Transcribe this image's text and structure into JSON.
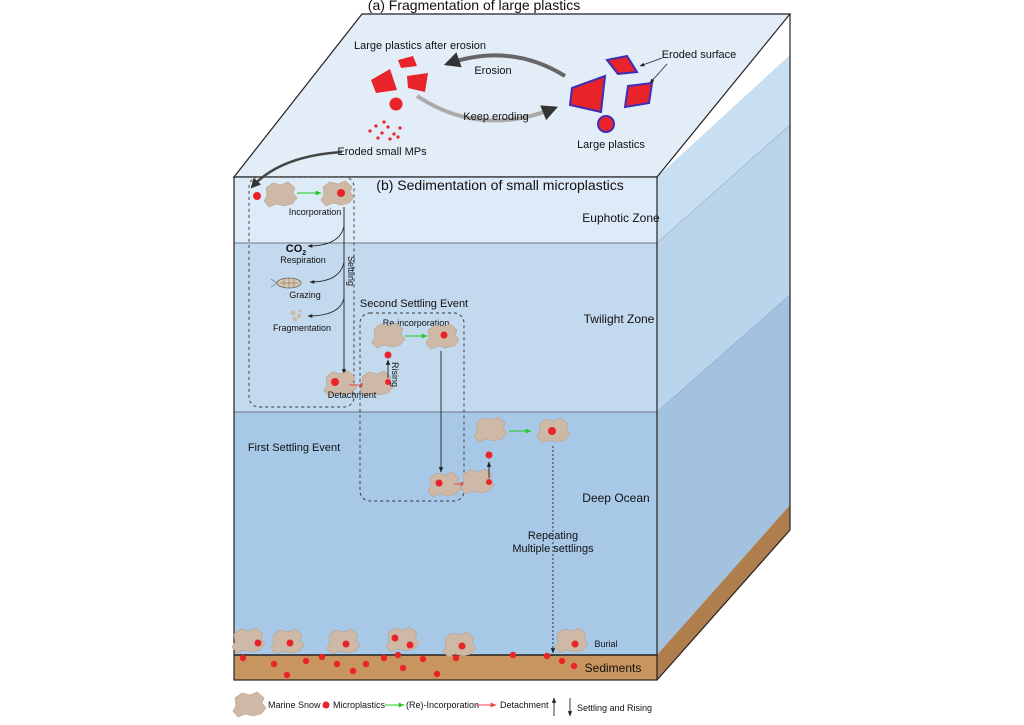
{
  "titles": {
    "a": "(a) Fragmentation of large plastics",
    "b": "(b) Sedimentation of small microplastics"
  },
  "fragmentation": {
    "large_after_erosion": "Large plastics after erosion",
    "erosion": "Erosion",
    "keep_eroding": "Keep eroding",
    "eroded_surface": "Eroded surface",
    "large_plastics": "Large plastics",
    "eroded_small_mps": "Eroded small MPs"
  },
  "zones": {
    "euphotic": "Euphotic Zone",
    "twilight": "Twilight Zone",
    "deep": "Deep Ocean",
    "sediments": "Sediments"
  },
  "process": {
    "incorporation": "Incorporation",
    "settling": "Settling",
    "co2": "CO",
    "co2_sub": "2",
    "respiration": "Respiration",
    "grazing": "Grazing",
    "fragmentation": "Fragmentation",
    "detachment": "Detachment",
    "rising": "Rising",
    "second_settling": "Second Settling Event",
    "reincorporation": "Re-incorporation",
    "first_settling": "First Settling Event",
    "repeating_1": "Repeating",
    "repeating_2": "Multiple settlings",
    "burial": "Burial"
  },
  "legend": {
    "marine_snow": "Marine Snow",
    "microplastics": "Microplastics",
    "reincorporation": "(Re)-Incorporation",
    "detachment": "Detachment",
    "settling_rising": "Settling and Rising"
  },
  "colors": {
    "plastic_red": "#e8232a",
    "plastic_outline": "#3b2fb5",
    "snow": "#cdb9a6",
    "top_face": "#e3edf7",
    "euphotic": "#dcebf7",
    "twilight": "#c3d9ee",
    "deep": "#a8c8e7",
    "side_light": "#c8def1",
    "side_dark": "#a3c2e0",
    "sediment": "#c9955f",
    "green_arrow": "#22c922",
    "red_arrow": "#e84a4a"
  }
}
